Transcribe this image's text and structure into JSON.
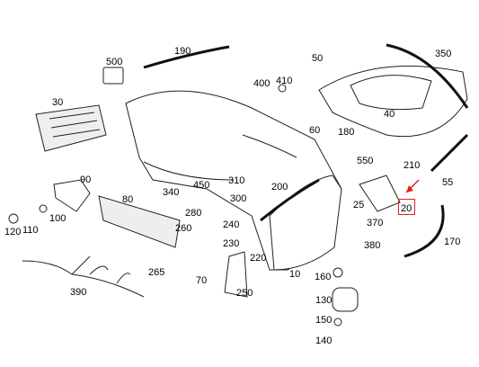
{
  "diagram": {
    "labels": {
      "p190": "190",
      "p500": "500",
      "p30": "30",
      "p400": "400",
      "p410": "410",
      "p50": "50",
      "p350": "350",
      "p40": "40",
      "p60": "60",
      "p180": "180",
      "p550": "550",
      "p210": "210",
      "p55": "55",
      "p90": "90",
      "p80": "80",
      "p100": "100",
      "p110": "110",
      "p120": "120",
      "p340": "340",
      "p450": "450",
      "p310": "310",
      "p300": "300",
      "p200": "200",
      "p280": "280",
      "p260": "260",
      "p240": "240",
      "p230": "230",
      "p220": "220",
      "p25": "25",
      "p20": "20",
      "p370": "370",
      "p380": "380",
      "p170": "170",
      "p265": "265",
      "p70": "70",
      "p250": "250",
      "p10": "10",
      "p160": "160",
      "p130": "130",
      "p150": "150",
      "p140": "140",
      "p390": "390"
    },
    "highlight_color": "#e0201b",
    "highlighted_part": "20"
  }
}
